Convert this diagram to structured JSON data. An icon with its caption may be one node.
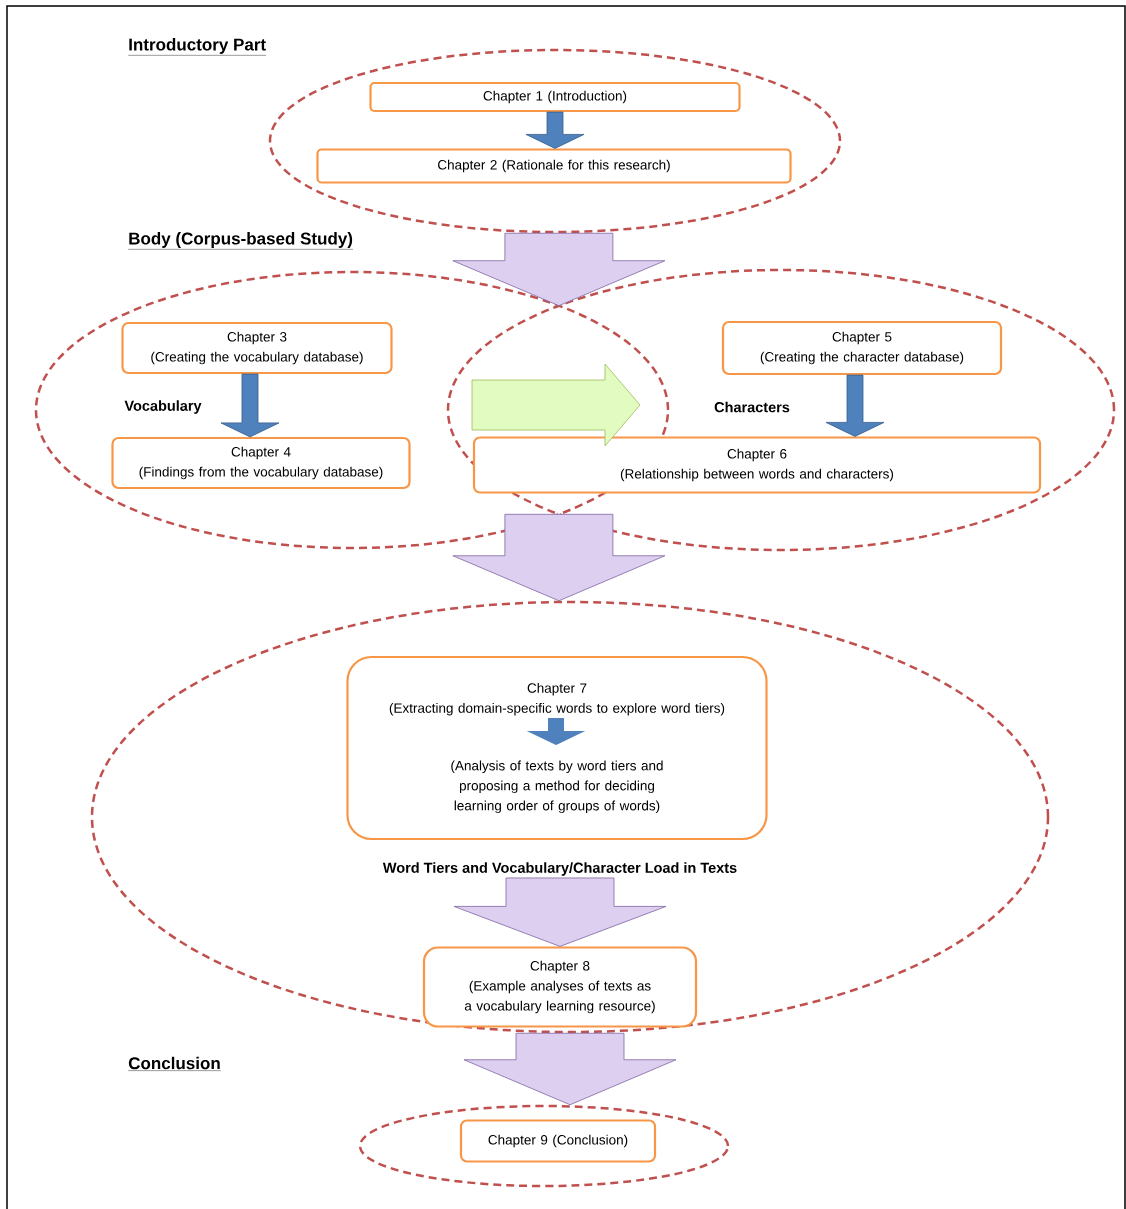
{
  "diagram": {
    "nodes": [
      {
        "text": [],
        "shape": "ellipse"
      },
      {
        "text": [
          "Chapter 1 (Introduction)"
        ],
        "in": 0
      },
      {
        "text": [
          "Chapter 2 (Rationale for this research)"
        ],
        "in": 0
      },
      {
        "text": [],
        "shape": "ellipse"
      },
      {
        "text": [],
        "shape": "ellipse"
      },
      {
        "text": [
          "Chapter 3",
          "(Creating the vocabulary database)"
        ],
        "in": 3
      },
      {
        "text": [
          "Chapter 4",
          "(Findings from the vocabulary database)"
        ],
        "in": 3
      },
      {
        "text": [
          "Chapter 5",
          "(Creating the character database)"
        ],
        "in": 4
      },
      {
        "text": [
          "Chapter 6",
          "(Relationship between words and characters)"
        ],
        "in": 4
      },
      {
        "text": [],
        "shape": "ellipse"
      },
      {
        "text": [
          "Chapter 7",
          "(Extracting domain-specific words to explore word tiers)",
          "(Analysis of texts by word tiers and proposing a method for deciding learning order of groups of words)"
        ],
        "in": 9
      },
      {
        "text": [
          "Word Tiers and Vocabulary/Character Load in Texts"
        ],
        "in": 9
      },
      {
        "text": [
          "Chapter 8",
          "(Example analyses of texts as a vocabulary learning resource)"
        ],
        "in": 9
      },
      {
        "text": [],
        "shape": "ellipse"
      },
      {
        "text": [
          "Chapter 9 (Conclusion)"
        ],
        "in": 13
      }
    ],
    "edges": [
      {
        "from": 1,
        "to": 2,
        "arrow": "to",
        "color": "#4f81bd"
      },
      {
        "from": 0,
        "to": 3,
        "arrow": "to"
      },
      {
        "from": 0,
        "to": 4,
        "arrow": "to"
      },
      {
        "from": 5,
        "to": 6,
        "arrow": "to",
        "color": "#4f81bd"
      },
      {
        "from": 7,
        "to": 8,
        "arrow": "to",
        "color": "#4f81bd"
      },
      {
        "from": 3,
        "to": 9,
        "arrow": "to"
      },
      {
        "from": 4,
        "to": 9,
        "arrow": "to"
      },
      {
        "from": 11,
        "to": 12,
        "arrow": "to"
      },
      {
        "from": 9,
        "to": 13,
        "arrow": "to"
      }
    ],
    "labels": [
      "Introductory Part",
      "Body (Corpus-based Study)",
      "Vocabulary",
      "Characters",
      "Conclusion"
    ]
  }
}
